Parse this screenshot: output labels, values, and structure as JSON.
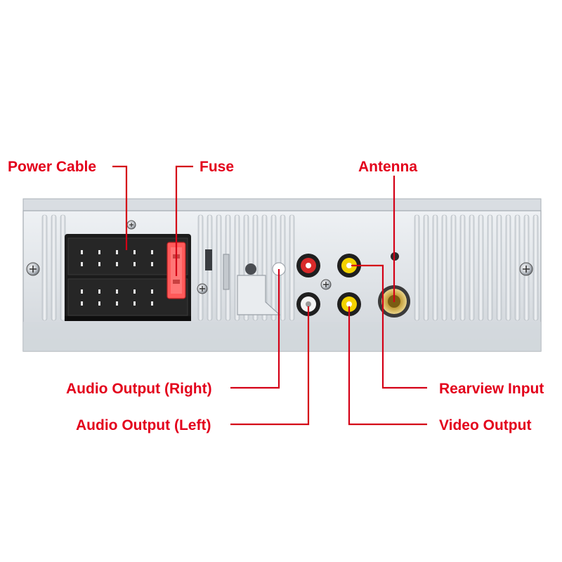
{
  "labels": {
    "power_cable": "Power Cable",
    "fuse": "Fuse",
    "antenna": "Antenna",
    "audio_output_right": "Audio Output (Right)",
    "audio_output_left": "Audio Output (Left)",
    "rearview_input": "Rearview Input",
    "video_output": "Video Output"
  },
  "colors": {
    "label_red": "#e3001b",
    "panel_silver": "#dfe3e7",
    "connector_black": "#1b1b1b",
    "fuse_red": "#ff5a5a",
    "rca_red": "#d92a2a",
    "rca_yellow": "#f2d200",
    "rca_white": "#f4f4f4",
    "antenna_gold": "#c9a646"
  },
  "icons": {
    "power_connector": "iso-connector-icon",
    "fuse": "fuse-icon",
    "antenna_socket": "antenna-socket-icon",
    "rca_jack": "rca-jack-icon",
    "screw": "screw-icon"
  }
}
